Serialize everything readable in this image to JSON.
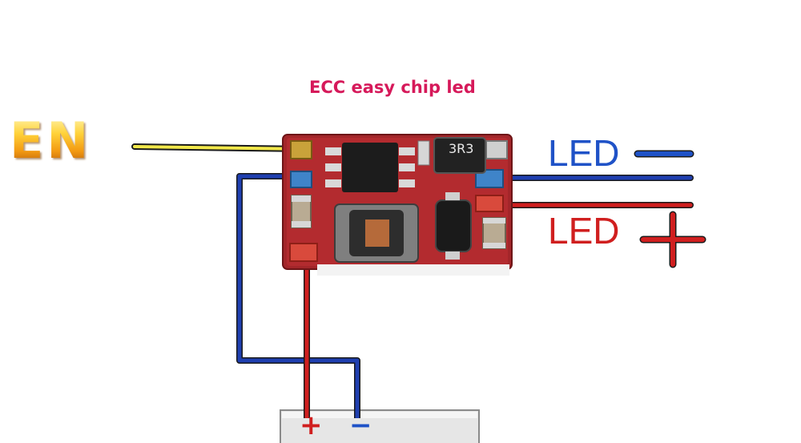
{
  "title": "ECC easy chip led",
  "enable_label": "EN",
  "led_minus_label": "LED",
  "led_plus_label": "LED",
  "inductor_marking": "3R3",
  "battery_plus_sign": "+",
  "battery_minus_sign": "−",
  "colors": {
    "title": "#d6195a",
    "enable_wire": "#f2e84a",
    "negative_wire": "#1f3fb0",
    "positive_wire": "#d01f1f",
    "pcb": "#a3262a",
    "led_minus_text": "#1f52c7",
    "led_plus_text": "#d01f1f"
  },
  "icons": {
    "led_minus_symbol": "minus-sign-icon",
    "led_plus_symbol": "plus-sign-icon"
  }
}
